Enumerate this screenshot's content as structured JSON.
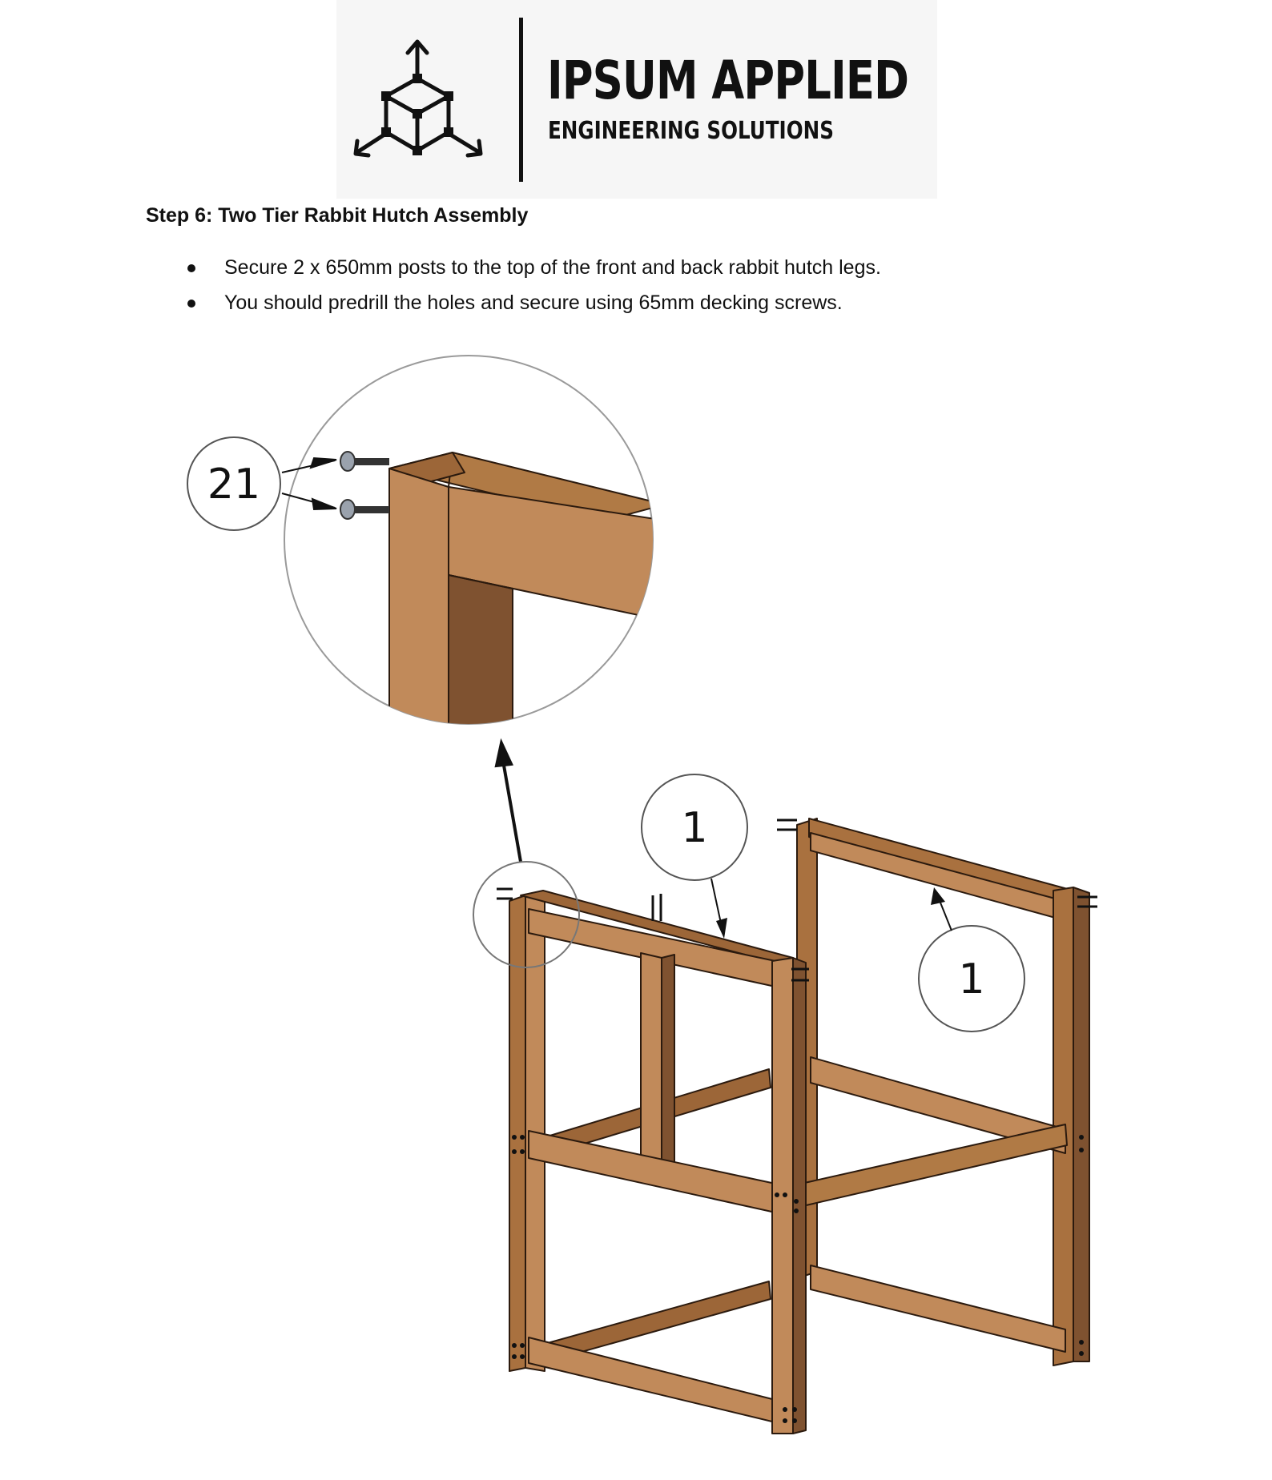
{
  "logo": {
    "company_name": "IPSUM APPLIED",
    "tagline": "ENGINEERING SOLUTIONS",
    "icon": "cube-axes-icon"
  },
  "step": {
    "title": "Step 6: Two Tier Rabbit Hutch Assembly",
    "bullets": [
      "Secure 2 x 650mm posts to the top of the front and back rabbit hutch legs.",
      "You should predrill the holes and secure using 65mm decking screws."
    ]
  },
  "callouts": {
    "detail_screws": "21",
    "post_front": "1",
    "post_back": "1"
  },
  "colors": {
    "wood_light": "#C18A5A",
    "wood_mid": "#A9713F",
    "wood_dark": "#7F5230",
    "outline": "#2b1a0e"
  }
}
